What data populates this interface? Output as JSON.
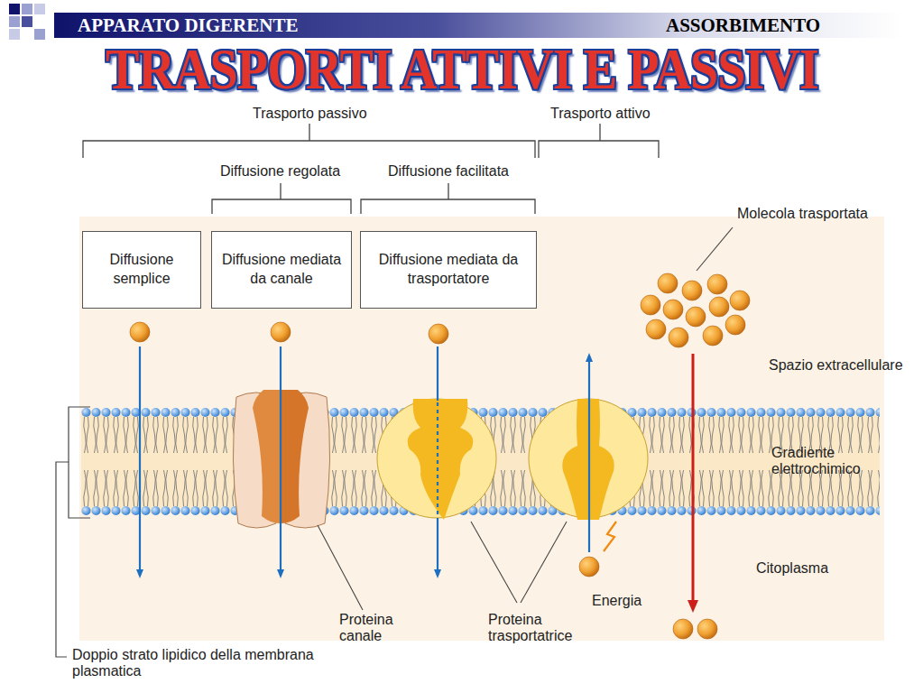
{
  "diagram": {
    "title": "TRASPORTI ATTIVI E PASSIVI",
    "nodes": [
      {
        "text": [
          "Diffusione semplice"
        ]
      },
      {
        "text": [
          "Diffusione mediata da canale"
        ]
      },
      {
        "text": [
          "Diffusione mediata da trasportatore"
        ]
      }
    ],
    "labels": [
      "APPARATO DIGERENTE",
      "ASSORBIMENTO",
      "Trasporto passivo",
      "Trasporto attivo",
      "Diffusione regolata",
      "Diffusione facilitata",
      "Molecola trasportata",
      "Spazio extracellulare",
      "Gradiente elettrochimico",
      "Citoplasma",
      "Proteina canale",
      "Proteina trasportatrice",
      "Energia",
      "Doppio strato lipidico della membrana plasmatica"
    ]
  }
}
